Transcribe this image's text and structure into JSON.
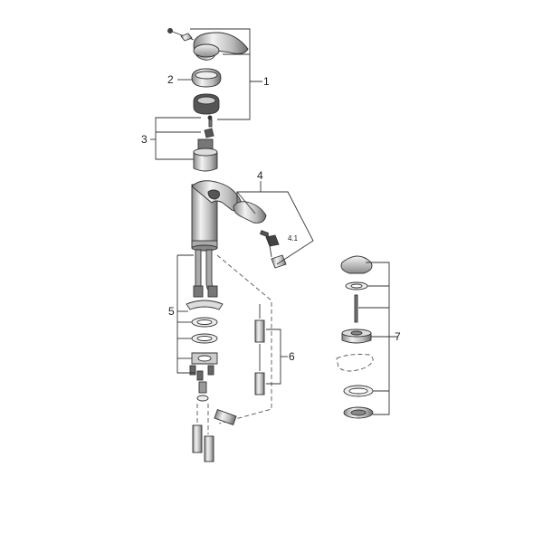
{
  "callouts": {
    "c1": "1",
    "c2": "2",
    "c3": "3",
    "c4": "4",
    "c41": "4.1",
    "c5": "5",
    "c6": "6",
    "c7": "7"
  },
  "colors": {
    "stroke": "#333333",
    "metal_light": "#d9d9d9",
    "metal_dark": "#7a7a7a",
    "background": "#ffffff"
  }
}
